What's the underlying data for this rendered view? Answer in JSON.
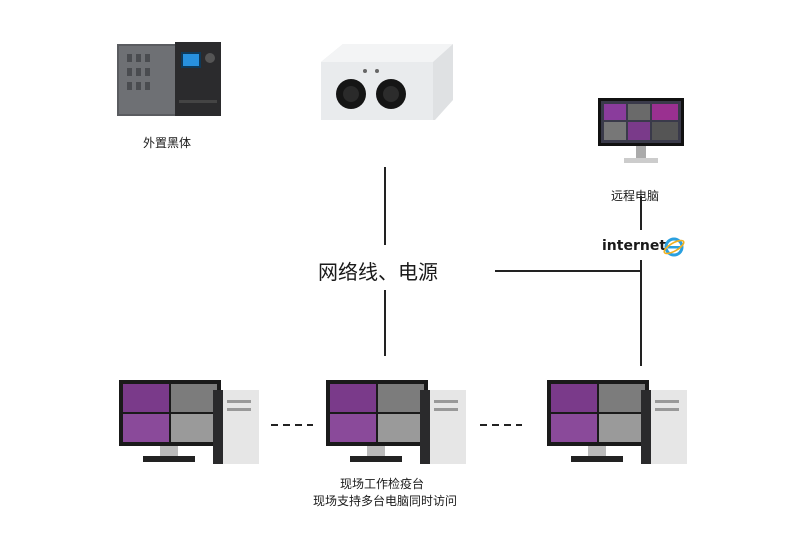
{
  "labels": {
    "blackbody": "外置黑体",
    "remote_pc": "远程电脑",
    "internet": "internet",
    "network_power": "网络线、电源",
    "station_line1": "现场工作检疫台",
    "station_line2": "现场支持多台电脑同时访问"
  },
  "colors": {
    "line": "#222222",
    "thermal_purple": "#7a3a8a",
    "camera_body": "#e8eaec",
    "blackbody_case": "#3a3a3c"
  },
  "icons": [
    "blackbody-device-icon",
    "thermal-camera-icon",
    "remote-monitor-icon",
    "internet-explorer-icon",
    "workstation-computer-icon"
  ]
}
